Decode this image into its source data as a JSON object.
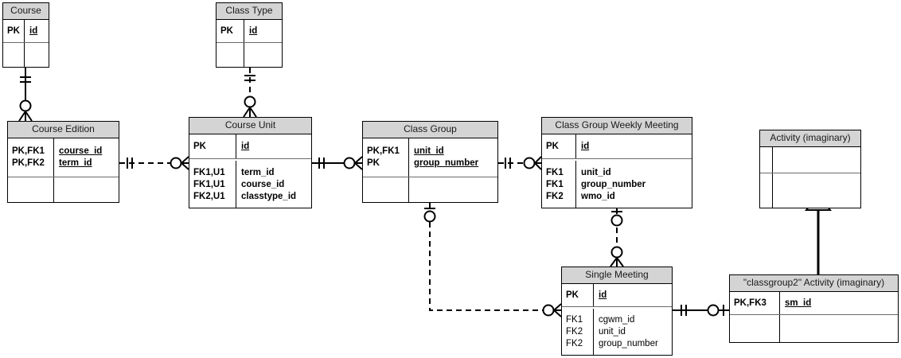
{
  "diagram": {
    "kind": "entity-relationship-diagram",
    "notation": "crows-foot",
    "colors": {
      "header_fill": "#d4d4d4",
      "body_fill": "#ffffff",
      "line": "#000000",
      "separator": "#6b6b6b"
    }
  },
  "entities": [
    {
      "id": "course",
      "title": "Course",
      "key_rows": [
        {
          "keys": "PK",
          "attr": "id",
          "underline": true
        }
      ],
      "attr_rows": []
    },
    {
      "id": "class_type",
      "title": "Class Type",
      "key_rows": [
        {
          "keys": "PK",
          "attr": "id",
          "underline": true
        }
      ],
      "attr_rows": []
    },
    {
      "id": "course_edition",
      "title": "Course Edition",
      "key_rows": [
        {
          "keys": "PK,FK1",
          "attr": "course_id",
          "underline": true
        },
        {
          "keys": "PK,FK2",
          "attr": "term_id",
          "underline": true
        }
      ],
      "attr_rows": []
    },
    {
      "id": "course_unit",
      "title": "Course Unit",
      "key_rows": [
        {
          "keys": "PK",
          "attr": "id",
          "underline": true
        }
      ],
      "attr_rows": [
        {
          "keys": "FK1,U1",
          "attr": "term_id"
        },
        {
          "keys": "FK1,U1",
          "attr": "course_id"
        },
        {
          "keys": "FK2,U1",
          "attr": "classtype_id"
        }
      ]
    },
    {
      "id": "class_group",
      "title": "Class Group",
      "key_rows": [
        {
          "keys": "PK,FK1",
          "attr": "unit_id",
          "underline": true
        },
        {
          "keys": "PK",
          "attr": "group_number",
          "underline": true
        }
      ],
      "attr_rows": []
    },
    {
      "id": "cgwm",
      "title": "Class Group Weekly Meeting",
      "key_rows": [
        {
          "keys": "PK",
          "attr": "id",
          "underline": true
        }
      ],
      "attr_rows": [
        {
          "keys": "FK1",
          "attr": "unit_id"
        },
        {
          "keys": "FK1",
          "attr": "group_number"
        },
        {
          "keys": "FK2",
          "attr": "wmo_id"
        }
      ]
    },
    {
      "id": "single_meeting",
      "title": "Single Meeting",
      "key_rows": [
        {
          "keys": "PK",
          "attr": "id",
          "underline": true
        }
      ],
      "attr_rows": [
        {
          "keys": "FK1",
          "attr": "cgwm_id"
        },
        {
          "keys": "FK2",
          "attr": "unit_id"
        },
        {
          "keys": "FK2",
          "attr": "group_number"
        }
      ]
    },
    {
      "id": "activity",
      "title": "Activity (imaginary)",
      "key_rows": [
        {
          "keys": "",
          "attr": ""
        }
      ],
      "attr_rows": []
    },
    {
      "id": "classgroup2_activity",
      "title": "\"classgroup2\" Activity (imaginary)",
      "key_rows": [
        {
          "keys": "PK,FK3",
          "attr": "sm_id",
          "underline": true
        }
      ],
      "attr_rows": []
    }
  ],
  "relationships": [
    {
      "from": "course",
      "to": "course_edition",
      "style": "solid",
      "from_card": "one-and-only-one",
      "to_card": "zero-or-many"
    },
    {
      "from": "class_type",
      "to": "course_unit",
      "style": "dashed",
      "from_card": "one-and-only-one",
      "to_card": "zero-or-many"
    },
    {
      "from": "course_edition",
      "to": "course_unit",
      "style": "dashed",
      "from_card": "one-and-only-one",
      "to_card": "zero-or-many"
    },
    {
      "from": "course_unit",
      "to": "class_group",
      "style": "solid",
      "from_card": "one-and-only-one",
      "to_card": "zero-or-many"
    },
    {
      "from": "class_group",
      "to": "cgwm",
      "style": "dashed",
      "from_card": "one-and-only-one",
      "to_card": "zero-or-many"
    },
    {
      "from": "class_group",
      "to": "single_meeting",
      "style": "dashed",
      "from_card": "one-and-only-one",
      "to_card": "zero-or-many"
    },
    {
      "from": "cgwm",
      "to": "single_meeting",
      "style": "dashed",
      "from_card": "one-and-only-one",
      "to_card": "zero-or-many"
    },
    {
      "from": "single_meeting",
      "to": "classgroup2_activity",
      "style": "solid",
      "from_card": "one-and-only-one",
      "to_card": "zero-or-one"
    },
    {
      "from": "classgroup2_activity",
      "to": "activity",
      "style": "solid",
      "relation": "inheritance"
    }
  ]
}
